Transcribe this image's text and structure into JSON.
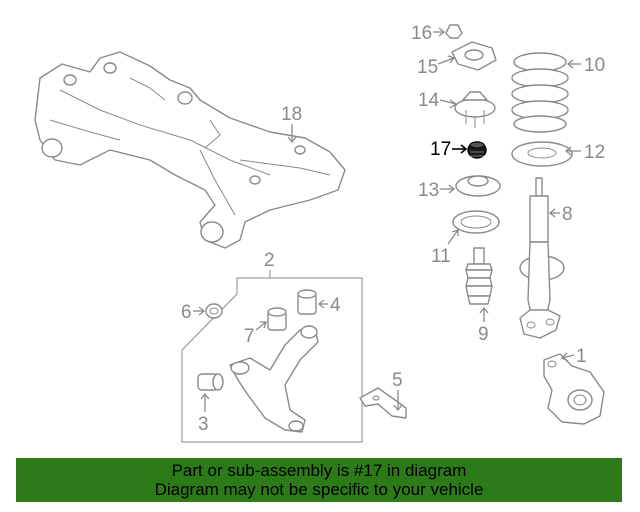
{
  "callouts": {
    "c1": "1",
    "c2": "2",
    "c3": "3",
    "c4": "4",
    "c5": "5",
    "c6": "6",
    "c7": "7",
    "c8": "8",
    "c9": "9",
    "c10": "10",
    "c11": "11",
    "c12": "12",
    "c13": "13",
    "c14": "14",
    "c15": "15",
    "c16": "16",
    "c17": "17",
    "c18": "18"
  },
  "highlighted_part": "17",
  "colors": {
    "banner_bg": "#2d7a18",
    "highlight": "#000000",
    "linework": "#8a8a8a"
  },
  "banner": {
    "line1": "Part or sub-assembly is #17 in diagram",
    "line2": "Diagram may not be specific to your vehicle"
  }
}
